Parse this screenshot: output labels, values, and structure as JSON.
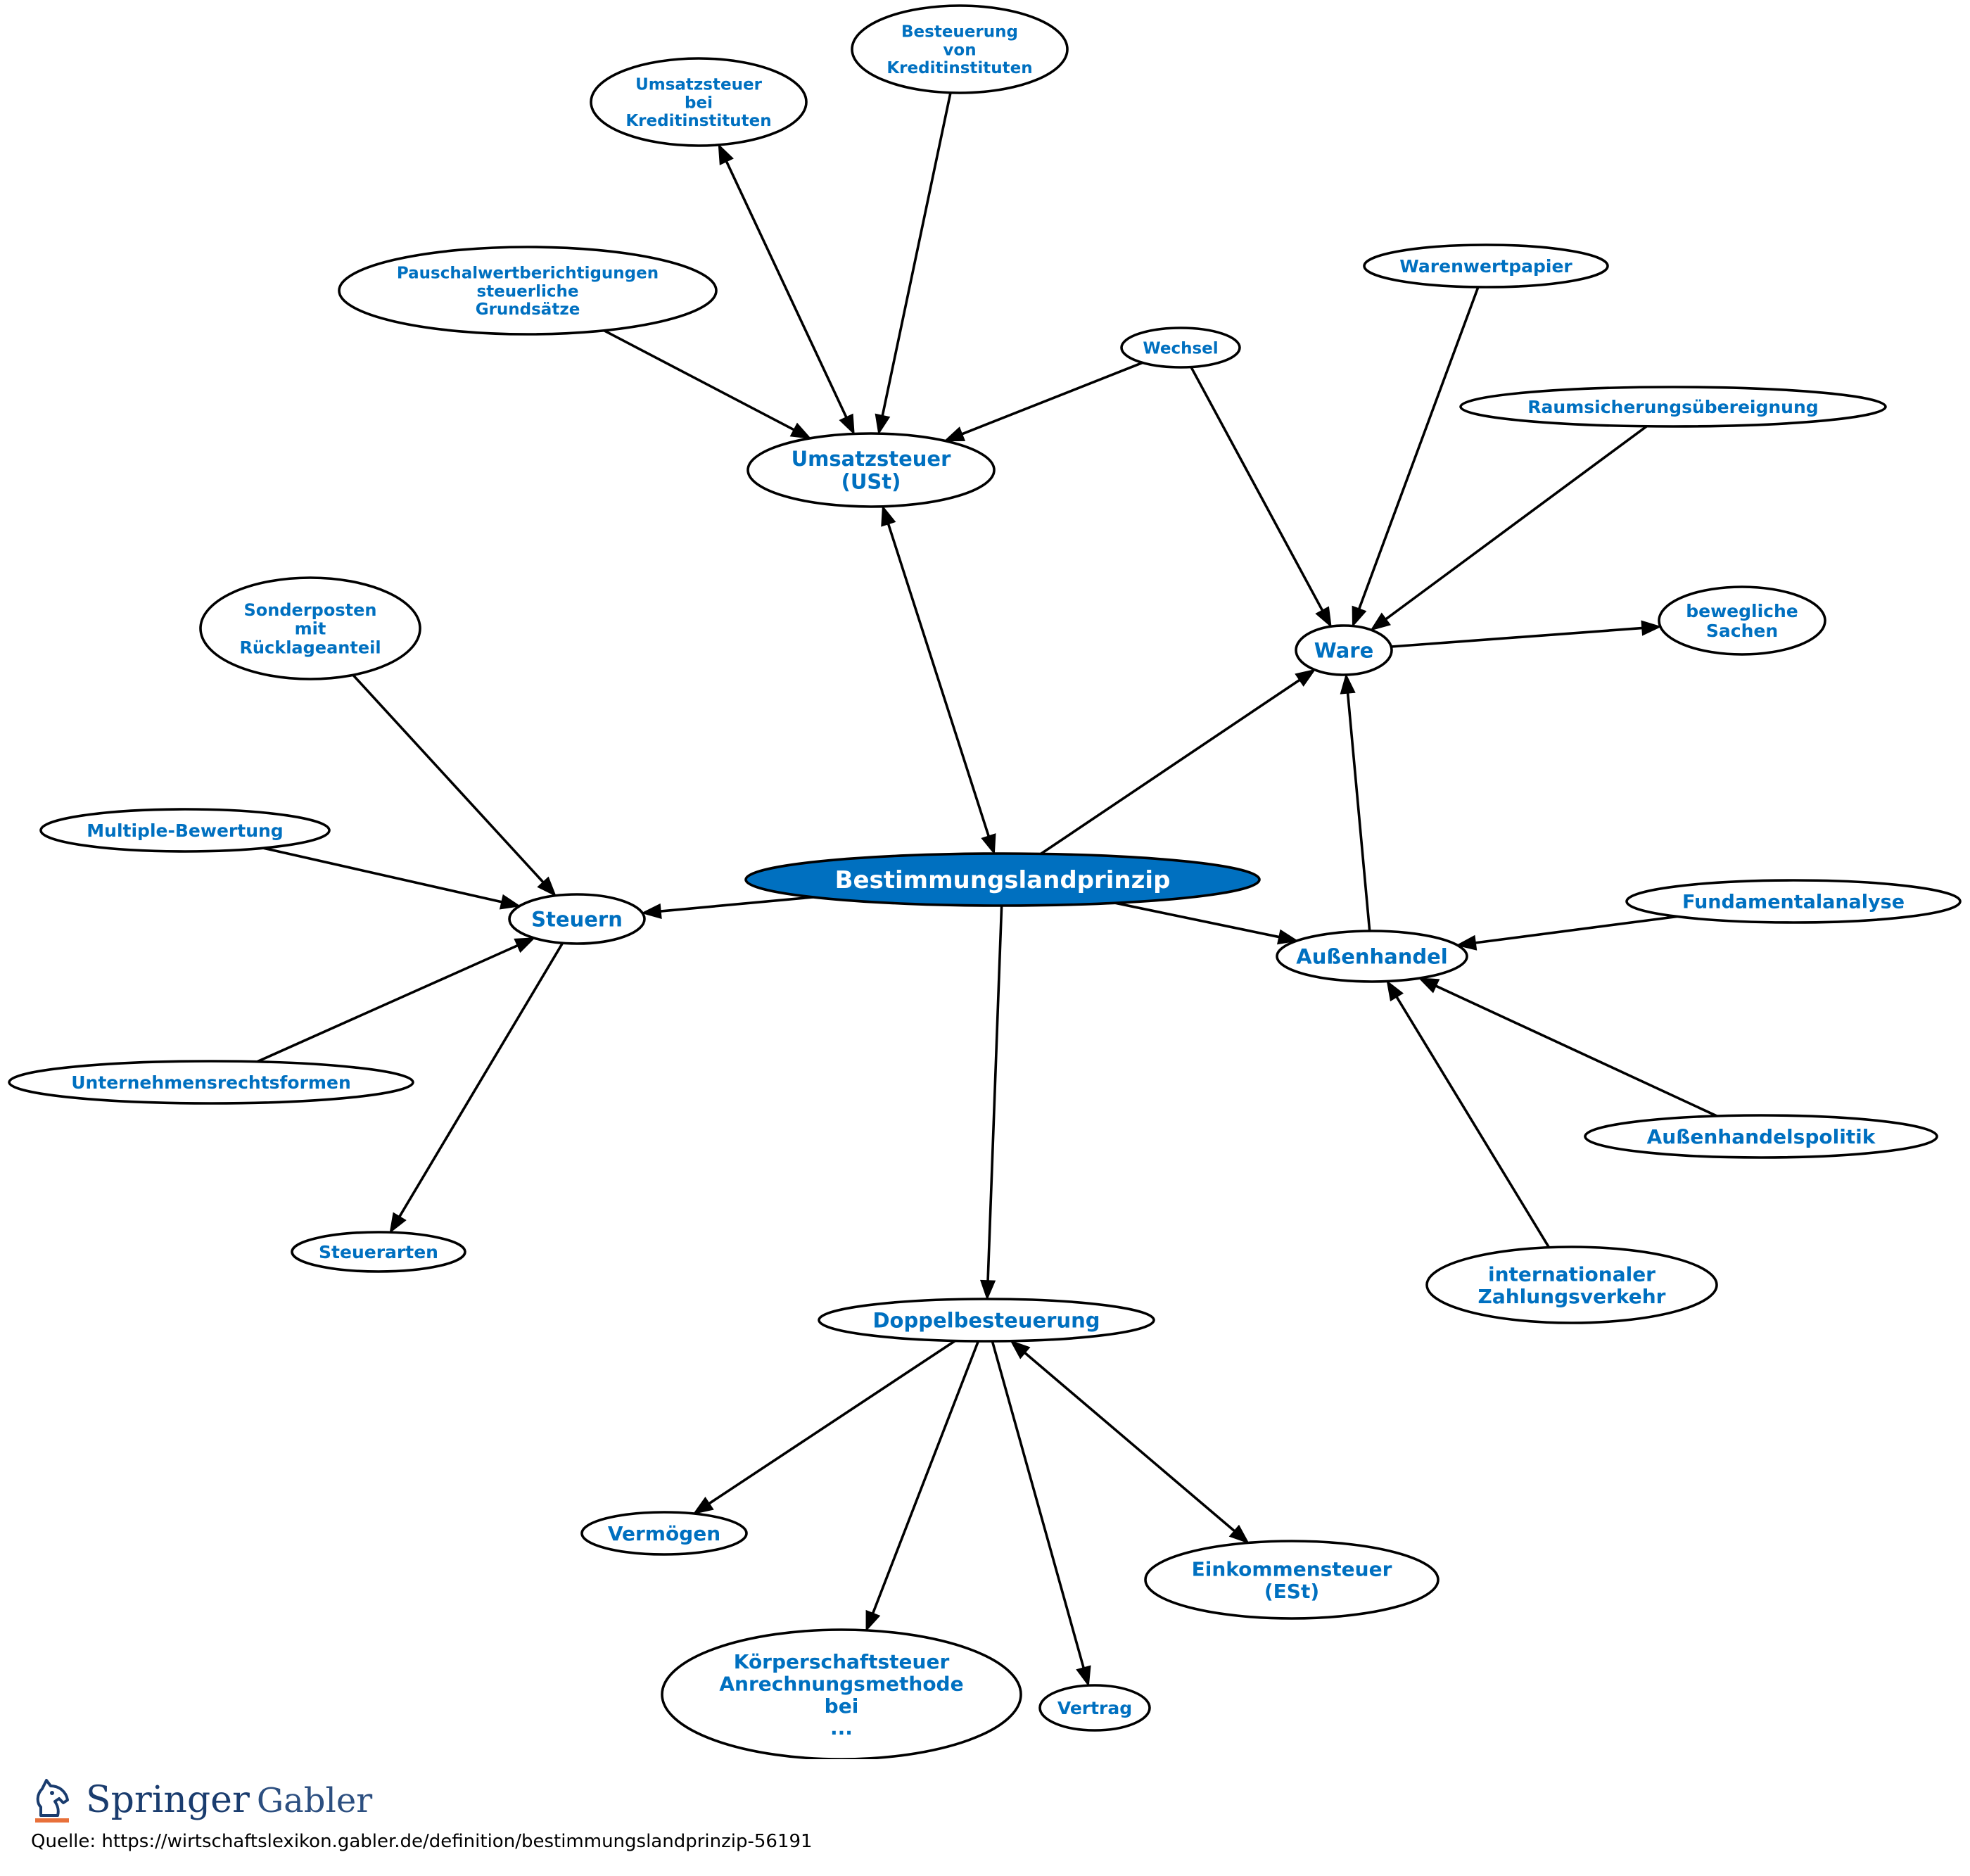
{
  "diagram": {
    "center": {
      "id": "center",
      "label": "Bestimmungslandprinzip"
    },
    "nodes": [
      {
        "id": "center",
        "lines": [
          "Bestimmungslandprinzip"
        ]
      },
      {
        "id": "ust",
        "lines": [
          "Umsatzsteuer",
          "(USt)"
        ]
      },
      {
        "id": "ust_kredit",
        "lines": [
          "Umsatzsteuer",
          "bei",
          "Kreditinstituten"
        ]
      },
      {
        "id": "best_kredit",
        "lines": [
          "Besteuerung",
          "von",
          "Kreditinstituten"
        ]
      },
      {
        "id": "pauschal",
        "lines": [
          "Pauschalwertberichtigungen",
          "steuerliche",
          "Grundsätze"
        ]
      },
      {
        "id": "wechsel",
        "lines": [
          "Wechsel"
        ]
      },
      {
        "id": "warenwert",
        "lines": [
          "Warenwertpapier"
        ]
      },
      {
        "id": "raumsich",
        "lines": [
          "Raumsicherungsübereignung"
        ]
      },
      {
        "id": "ware",
        "lines": [
          "Ware"
        ]
      },
      {
        "id": "beweglich",
        "lines": [
          "bewegliche",
          "Sachen"
        ]
      },
      {
        "id": "sonderposten",
        "lines": [
          "Sonderposten",
          "mit",
          "Rücklageanteil"
        ]
      },
      {
        "id": "multiple",
        "lines": [
          "Multiple-Bewertung"
        ]
      },
      {
        "id": "steuern",
        "lines": [
          "Steuern"
        ]
      },
      {
        "id": "unternehmen",
        "lines": [
          "Unternehmensrechtsformen"
        ]
      },
      {
        "id": "steuerarten",
        "lines": [
          "Steuerarten"
        ]
      },
      {
        "id": "fundamental",
        "lines": [
          "Fundamentalanalyse"
        ]
      },
      {
        "id": "aussenhandel",
        "lines": [
          "Außenhandel"
        ]
      },
      {
        "id": "ahpolitik",
        "lines": [
          "Außenhandelspolitik"
        ]
      },
      {
        "id": "zahlung",
        "lines": [
          "internationaler",
          "Zahlungsverkehr"
        ]
      },
      {
        "id": "doppel",
        "lines": [
          "Doppelbesteuerung"
        ]
      },
      {
        "id": "vermoegen",
        "lines": [
          "Vermögen"
        ]
      },
      {
        "id": "einkommen",
        "lines": [
          "Einkommensteuer",
          "(ESt)"
        ]
      },
      {
        "id": "koerper",
        "lines": [
          "Körperschaftsteuer",
          "Anrechnungsmethode",
          "bei",
          "..."
        ]
      },
      {
        "id": "vertrag",
        "lines": [
          "Vertrag"
        ]
      }
    ],
    "edges": [
      {
        "from": "center",
        "to": "ust",
        "direction": "both"
      },
      {
        "from": "center",
        "to": "ware",
        "direction": "forward"
      },
      {
        "from": "center",
        "to": "steuern",
        "direction": "forward"
      },
      {
        "from": "center",
        "to": "aussenhandel",
        "direction": "forward"
      },
      {
        "from": "center",
        "to": "doppel",
        "direction": "forward"
      },
      {
        "from": "ust",
        "to": "ust_kredit",
        "direction": "both"
      },
      {
        "from": "best_kredit",
        "to": "ust",
        "direction": "forward"
      },
      {
        "from": "pauschal",
        "to": "ust",
        "direction": "forward"
      },
      {
        "from": "wechsel",
        "to": "ust",
        "direction": "forward"
      },
      {
        "from": "wechsel",
        "to": "ware",
        "direction": "forward"
      },
      {
        "from": "warenwert",
        "to": "ware",
        "direction": "forward"
      },
      {
        "from": "raumsich",
        "to": "ware",
        "direction": "forward"
      },
      {
        "from": "ware",
        "to": "beweglich",
        "direction": "forward"
      },
      {
        "from": "aussenhandel",
        "to": "ware",
        "direction": "forward"
      },
      {
        "from": "sonderposten",
        "to": "steuern",
        "direction": "forward"
      },
      {
        "from": "multiple",
        "to": "steuern",
        "direction": "forward"
      },
      {
        "from": "unternehmen",
        "to": "steuern",
        "direction": "forward"
      },
      {
        "from": "steuern",
        "to": "steuerarten",
        "direction": "forward"
      },
      {
        "from": "fundamental",
        "to": "aussenhandel",
        "direction": "forward"
      },
      {
        "from": "ahpolitik",
        "to": "aussenhandel",
        "direction": "forward"
      },
      {
        "from": "zahlung",
        "to": "aussenhandel",
        "direction": "forward"
      },
      {
        "from": "doppel",
        "to": "vermoegen",
        "direction": "forward"
      },
      {
        "from": "doppel",
        "to": "koerper",
        "direction": "forward"
      },
      {
        "from": "doppel",
        "to": "vertrag",
        "direction": "forward"
      },
      {
        "from": "doppel",
        "to": "einkommen",
        "direction": "both"
      }
    ]
  },
  "footer": {
    "brand_primary": "Springer",
    "brand_secondary": "Gabler",
    "logo_icon": "springer-chess-knight-icon",
    "source": "Quelle: https://wirtschaftslexikon.gabler.de/definition/bestimmungslandprinzip-56191"
  },
  "colors": {
    "label_blue": "#0070c0",
    "center_fill": "#0070c0",
    "center_text": "#ffffff",
    "stroke": "#000000",
    "logo_orange": "#e8703a",
    "brand_navy": "#1a3c6e"
  }
}
